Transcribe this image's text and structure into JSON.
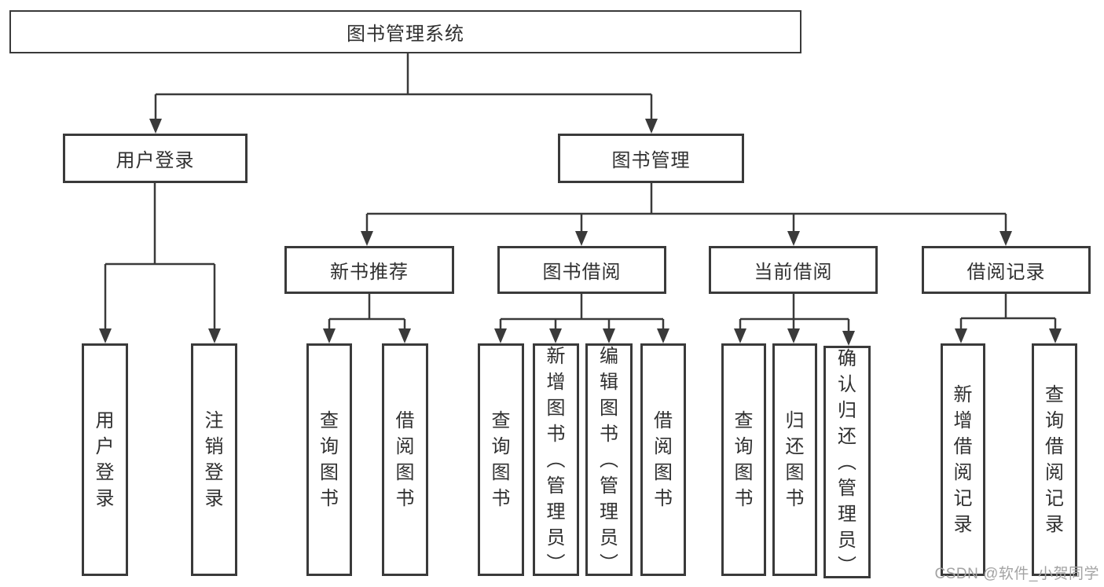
{
  "diagram": {
    "root": {
      "label": "图书管理系统"
    },
    "level2": [
      {
        "label": "用户登录"
      },
      {
        "label": "图书管理"
      }
    ],
    "level3": [
      {
        "label": "新书推荐"
      },
      {
        "label": "图书借阅"
      },
      {
        "label": "当前借阅"
      },
      {
        "label": "借阅记录"
      }
    ],
    "leaves": [
      {
        "label": "用户登录"
      },
      {
        "label": "注销登录"
      },
      {
        "label": "查询图书"
      },
      {
        "label": "借阅图书"
      },
      {
        "label": "查询图书"
      },
      {
        "label": "新增图书（管理员）"
      },
      {
        "label": "编辑图书（管理员）"
      },
      {
        "label": "借阅图书"
      },
      {
        "label": "查询图书"
      },
      {
        "label": "归还图书"
      },
      {
        "label": "确认归还（管理员）"
      },
      {
        "label": "新增借阅记录"
      },
      {
        "label": "查询借阅记录"
      }
    ],
    "colors": {
      "line": "#3a3a3a",
      "text": "#303030",
      "box_background": "#ffffff",
      "watermark": "#a3a3a3"
    }
  },
  "watermark": {
    "text": "CSDN @软件_小贺同学"
  }
}
